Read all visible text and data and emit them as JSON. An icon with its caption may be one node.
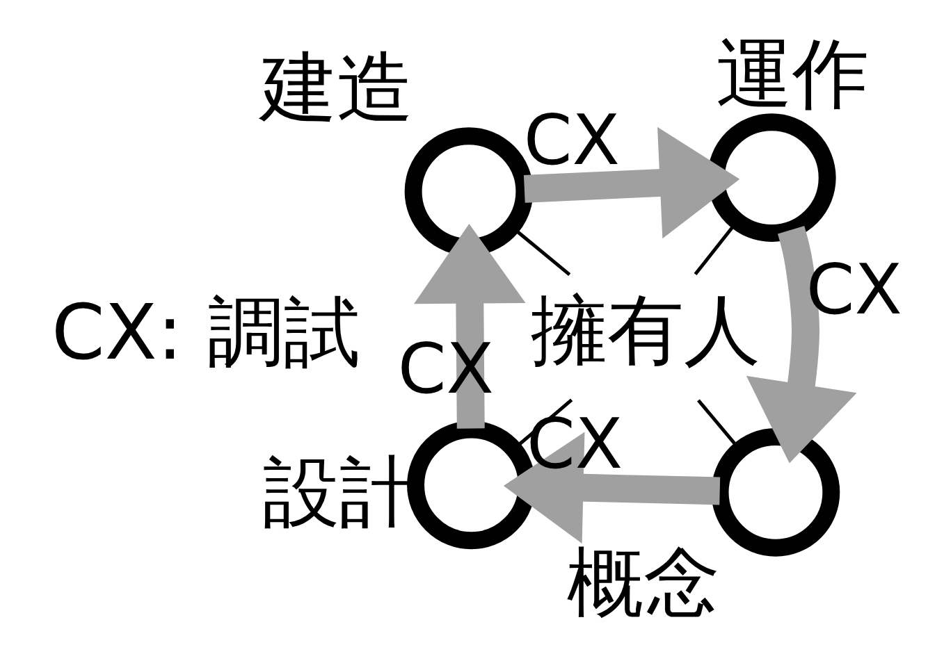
{
  "diagram": {
    "nodes": [
      {
        "text": [
          "擁有人"
        ]
      },
      {
        "text": [],
        "shape": "circle",
        "beside": [
          "概念"
        ]
      },
      {
        "text": [],
        "shape": "circle",
        "beside": [
          "設計"
        ]
      },
      {
        "text": [],
        "shape": "circle",
        "beside": [
          "建造"
        ]
      },
      {
        "text": [],
        "shape": "circle",
        "beside": [
          "運作"
        ]
      }
    ],
    "edges": [
      {
        "from": 0,
        "to": 1,
        "arrow": "none"
      },
      {
        "from": 0,
        "to": 2,
        "arrow": "none"
      },
      {
        "from": 0,
        "to": 3,
        "arrow": "none"
      },
      {
        "from": 0,
        "to": 4,
        "arrow": "none"
      },
      {
        "from": 4,
        "to": 1,
        "arrow": "to",
        "label": "CX",
        "style": "thick",
        "color": "#a0a0a0"
      },
      {
        "from": 1,
        "to": 2,
        "arrow": "to",
        "label": "CX",
        "style": "thick",
        "color": "#a0a0a0"
      },
      {
        "from": 2,
        "to": 3,
        "arrow": "to",
        "label": "CX",
        "style": "thick",
        "color": "#a0a0a0"
      },
      {
        "from": 3,
        "to": 4,
        "arrow": "to",
        "label": "CX",
        "style": "thick",
        "color": "#a0a0a0"
      }
    ],
    "labels": [
      "CX: 調試"
    ]
  }
}
